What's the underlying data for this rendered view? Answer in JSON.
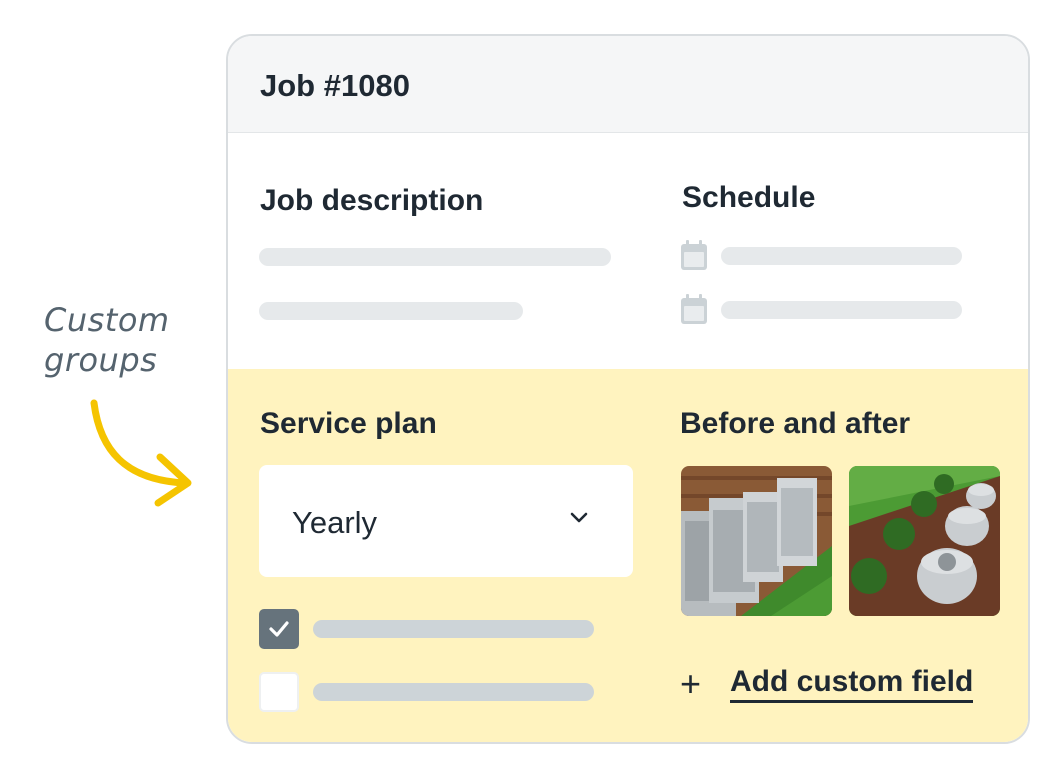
{
  "annotation": {
    "text": "Custom groups"
  },
  "job": {
    "title": "Job #1080",
    "description_title": "Job description",
    "schedule_title": "Schedule"
  },
  "custom_group": {
    "service_plan": {
      "title": "Service plan",
      "selected": "Yearly",
      "checkboxes": [
        {
          "checked": true
        },
        {
          "checked": false
        }
      ]
    },
    "before_after": {
      "title": "Before and after",
      "photos": [
        "before-photo",
        "after-photo"
      ]
    },
    "add_field": {
      "icon": "plus-icon",
      "label": "Add custom field"
    }
  },
  "colors": {
    "accent_yellow": "#fff3bf",
    "arrow": "#f5c400",
    "placeholder": "#e6e9eb",
    "checkbox_checked": "#66737c"
  }
}
